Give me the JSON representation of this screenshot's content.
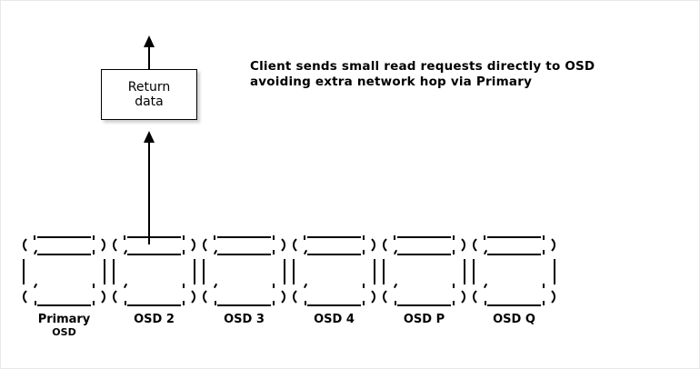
{
  "diagram": {
    "background_color": "#ffffff",
    "stroke_color": "#000000",
    "annotation": {
      "line1": "Client sends small read requests directly to OSD",
      "line2": "avoiding extra network hop via Primary"
    },
    "return_box": {
      "line1": "Return",
      "line2": "data"
    },
    "arrows": [
      {
        "name": "arrow-out-top",
        "direction": "up"
      },
      {
        "name": "arrow-osd-to-box",
        "direction": "up"
      }
    ],
    "osds": [
      {
        "label_main": "Primary",
        "label_sub": "OSD"
      },
      {
        "label_main": "OSD 2",
        "label_sub": ""
      },
      {
        "label_main": "OSD 3",
        "label_sub": ""
      },
      {
        "label_main": "OSD 4",
        "label_sub": ""
      },
      {
        "label_main": "OSD P",
        "label_sub": ""
      },
      {
        "label_main": "OSD Q",
        "label_sub": ""
      }
    ]
  }
}
